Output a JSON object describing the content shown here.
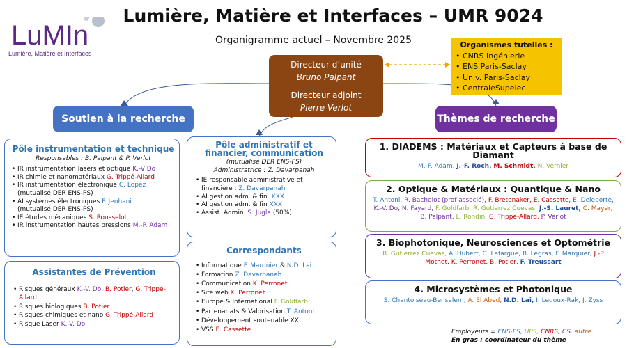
{
  "logo": {
    "text": "LuMIn",
    "subtitle": "Lumière, Matière et Interfaces",
    "color": "#5b2a86",
    "dot_color": "#b0b8c4"
  },
  "header": {
    "title": "Lumière, Matière et Interfaces – UMR 9024",
    "subtitle": "Organigramme actuel – Novembre 2025"
  },
  "direction": {
    "director_label": "Directeur d’unité",
    "director_name": "Bruno Palpant",
    "deputy_label": "Directeur adjoint",
    "deputy_name": "Pierre Verlot",
    "color": "#8b4513"
  },
  "tutelles": {
    "heading": "Organismes tutelles :",
    "items": [
      "CNRS Ingénierie",
      "ENS Paris-Saclay",
      "Univ. Paris-Saclay",
      "CentraleSupelec"
    ],
    "color": "#f6c300"
  },
  "soutien": {
    "label": "Soutien à la recherche",
    "color": "#4472c4",
    "pole_instrumentation": {
      "title": "Pôle instrumentation et technique",
      "responsables": "Responsables : B. Palpant & P. Verlot",
      "items": [
        {
          "role": "IR instrumentation lasers et optique",
          "person": "K.-V Do"
        },
        {
          "role": "IR chimie et nanomatériaux",
          "person": "G. Trippé-Allard"
        },
        {
          "role": "IR instrumentation électronique",
          "person": "C. Lopez",
          "note": "(mutualisé DER ENS-PS)"
        },
        {
          "role": "AI systèmes électroniques",
          "person": "F. Jenhani",
          "note": "(mutualisé DER ENS-PS)"
        },
        {
          "role": "IE études mécaniques",
          "person": "S. Rousselot"
        },
        {
          "role": "IR instrumentation hautes pressions",
          "person": "M.-P. Adam"
        }
      ]
    },
    "pole_administratif": {
      "title": "Pôle administratif et financier, communication",
      "mutualise": "(mutualisé DER ENS-PS)",
      "administratrice": "Administratrice : Z. Davarpanah",
      "items": [
        {
          "role": "IE responsable administrative et financière :",
          "person": "Z. Davarpanah"
        },
        {
          "role": "AI gestion adm. & fin.",
          "person": "XXX"
        },
        {
          "role": "AI gestion adm. & fin",
          "person": "XXX"
        },
        {
          "role": "Assist. Admin.",
          "person": "S. Jugla",
          "suffix": "(50%)"
        }
      ]
    },
    "assistantes": {
      "title": "Assistantes de Prévention",
      "items": [
        {
          "role": "Risques généraux",
          "people": [
            "K.-V. Do",
            "B. Potier",
            "G. Trippé-Allard"
          ]
        },
        {
          "role": "Risques biologiques",
          "people": [
            "B. Potier"
          ]
        },
        {
          "role": "Risques chimiques et nano",
          "people": [
            "G. Trippé-Allard"
          ]
        },
        {
          "role": "Risque Laser",
          "people": [
            "K.-V. Do"
          ]
        }
      ]
    },
    "correspondants": {
      "title": "Correspondants",
      "items": [
        {
          "role": "Informatique",
          "people": [
            "F. Marquier",
            "N.D. Lai"
          ]
        },
        {
          "role": "Formation",
          "people": [
            "Z. Davarpanah"
          ]
        },
        {
          "role": "Communication",
          "people": [
            "K. Perronet"
          ]
        },
        {
          "role": "Site web",
          "people": [
            "K. Perronet"
          ]
        },
        {
          "role": "Europe & International",
          "people": [
            "F. Goldfarb"
          ]
        },
        {
          "role": "Partenariats & Valorisation",
          "people": [
            "T. Antoni"
          ]
        },
        {
          "role": "Développement soutenable XX",
          "people": []
        },
        {
          "role": "VSS",
          "people": [
            "E. Cassette"
          ]
        }
      ]
    }
  },
  "themes": {
    "label": "Thèmes de recherche",
    "color": "#7030a0",
    "list": [
      {
        "title": "1. DIADEMS : Matériaux et Capteurs à base de Diamant",
        "border": "#c00000"
      },
      {
        "title": "2. Optique & Matériaux : Quantique & Nano",
        "border": "#70ad47"
      },
      {
        "title": "3. Biophotonique, Neurosciences et Optométrie",
        "border": "#7030a0"
      },
      {
        "title": "4. Microsystèmes et Photonique",
        "border": "#4472c4"
      }
    ],
    "members": {
      "t1": [
        "M.-P. Adam,",
        "J.-F. Roch,",
        "M. Schmidt,",
        "N. Vernier"
      ],
      "t2": [
        "T. Antoni,",
        "R. Bachelot (prof associé),",
        "F. Bretenaker,",
        "E. Cassette,",
        "E. Deleporte,",
        "K.-V. Do,",
        "N. Fayard,",
        "F. Goldfarb,",
        "R. Gutierrez Cuevas,",
        "J.-S. Lauret,",
        "C. Mayer,",
        "B. Palpant,",
        "L. Rondin,",
        "G. Trippé-Allard,",
        "P. Verlot"
      ],
      "t3": [
        "R. Gutierrez Cuevas,",
        "A. Hubert,",
        "C. Lafargue,",
        "R. Legras,",
        "F. Marquier,",
        "J.-P Mothet,",
        "K. Perronet,",
        "B. Potier,",
        "F. Treussart"
      ],
      "t4": [
        "S. Chantoiseau-Bensalem,",
        "A. El Abed,",
        "N.D. Lai,",
        "I. Ledoux-Rak,",
        "J. Zyss"
      ]
    }
  },
  "legend": {
    "employers_prefix": "Employeurs =",
    "employers": [
      "ENS-PS,",
      "UPS,",
      "CNRS,",
      "CS,",
      "autre"
    ],
    "bold_note": "En gras : coordinateur du thème"
  }
}
